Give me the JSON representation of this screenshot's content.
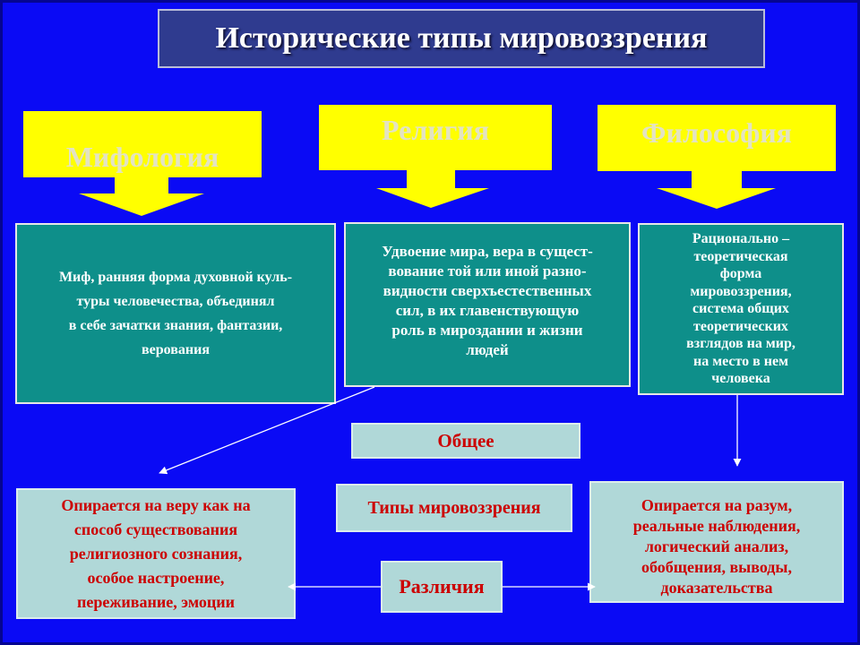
{
  "title": "Исторические типы мировоззрения",
  "types": [
    {
      "label": "Мифология",
      "description": [
        "Миф, ранняя форма духовной куль-",
        "туры человечества, объединял",
        "в себе зачатки знания, фантазии,",
        "верования"
      ]
    },
    {
      "label": "Религия",
      "description": [
        "Удвоение мира, вера в сущест-",
        "вование той или иной разно-",
        "видности сверхъестественных",
        "сил, в их главенствующую",
        "роль в мироздании и жизни",
        "людей"
      ]
    },
    {
      "label": "Философия",
      "description": [
        "Рационально –",
        "теоретическая",
        "форма",
        "мировоззрения,",
        "система общих",
        "теоретических",
        "взглядов на мир,",
        "на место в нем",
        "человека"
      ]
    }
  ],
  "common_label": "Общее",
  "center_label": "Типы мировоззрения",
  "differences_label": "Различия",
  "religion_difference": [
    "Опирается на веру как на",
    "способ существования",
    "религиозного сознания,",
    "особое настроение,",
    "переживание, эмоции"
  ],
  "philosophy_difference": [
    "Опирается на разум,",
    "реальные наблюдения,",
    "логический анализ,",
    "обобщения, выводы,",
    "доказательства"
  ],
  "colors": {
    "background": "#0a0af5",
    "banner": "#ffff00",
    "description_box": "#0e8f8a",
    "label_box": "#b0d8d8",
    "accent_red": "#cc0000",
    "accent_blue": "#1c1caa"
  }
}
